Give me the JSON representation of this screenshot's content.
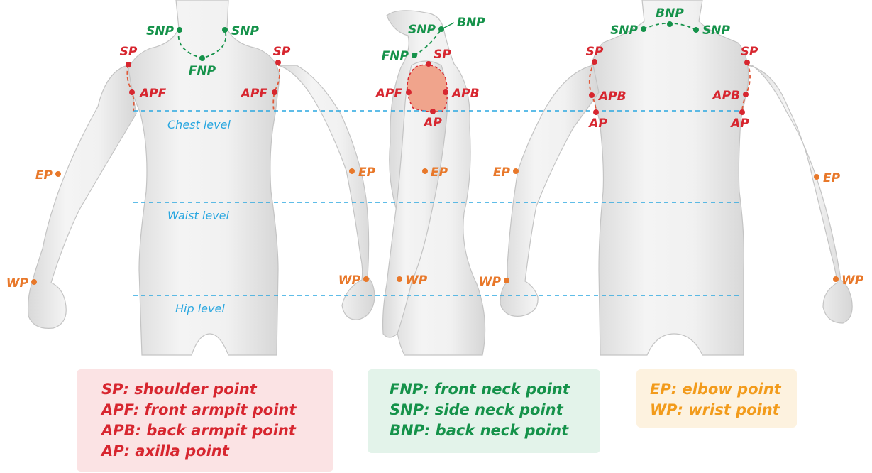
{
  "colors": {
    "red": "#d7262f",
    "green": "#15924a",
    "orange": "#e8782a",
    "level": "#2aa7e0",
    "body": "#ededed",
    "shoulder_region": "#f0a48c"
  },
  "levels": {
    "chest": "Chest level",
    "waist": "Waist level",
    "hip": "Hip level"
  },
  "front_view": {
    "snp": "SNP",
    "fnp": "FNP",
    "sp": "SP",
    "apf": "APF",
    "ep": "EP",
    "wp": "WP"
  },
  "side_view": {
    "snp": "SNP",
    "bnp": "BNP",
    "fnp": "FNP",
    "sp": "SP",
    "apf": "APF",
    "apb": "APB",
    "ap": "AP",
    "ep": "EP",
    "wp": "WP"
  },
  "back_view": {
    "snp": "SNP",
    "bnp": "BNP",
    "sp": "SP",
    "apb": "APB",
    "ap": "AP",
    "ep": "EP",
    "wp": "WP"
  },
  "legend": {
    "red": [
      "SP: shoulder point",
      "APF: front armpit point",
      "APB: back armpit point",
      "AP: axilla point"
    ],
    "green": [
      "FNP: front neck point",
      "SNP: side neck point",
      "BNP: back neck point"
    ],
    "orange": [
      "EP: elbow point",
      "WP: wrist point"
    ]
  }
}
